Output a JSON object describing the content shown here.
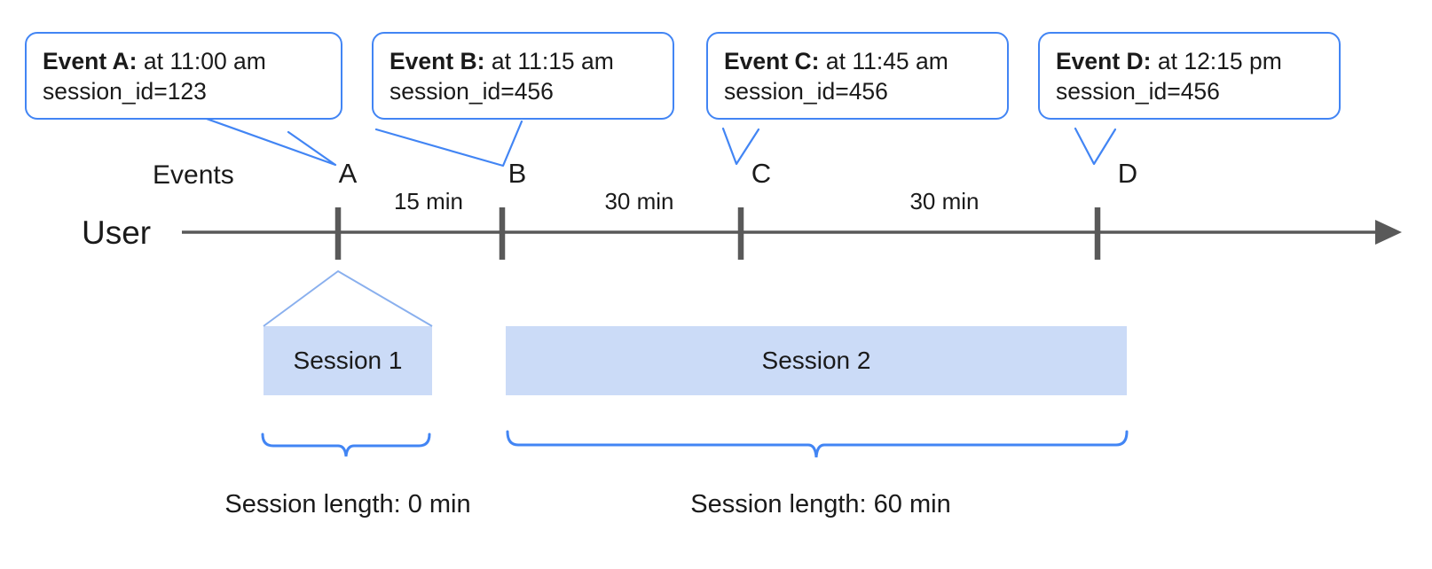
{
  "diagram": {
    "title_hidden": "",
    "colors": {
      "callout_border": "#4285f4",
      "brace": "#4285f4",
      "session_fill": "#cbdbf7",
      "axis": "#595959",
      "tick": "#595959",
      "text": "#1a1a1a"
    },
    "row_labels": {
      "events": "Events",
      "user": "User"
    },
    "callouts": [
      {
        "id": "A",
        "name": "Event A:",
        "detail": " at 11:00 am",
        "session_line": "session_id=123"
      },
      {
        "id": "B",
        "name": "Event B:",
        "detail": " at 11:15 am",
        "session_line": "session_id=456"
      },
      {
        "id": "C",
        "name": "Event C:",
        "detail": " at 11:45 am",
        "session_line": "session_id=456"
      },
      {
        "id": "D",
        "name": "Event D:",
        "detail": " at 12:15 pm",
        "session_line": "session_id=456"
      }
    ],
    "event_markers": [
      {
        "label": "A",
        "time": "11:00 am",
        "session_id": "123"
      },
      {
        "label": "B",
        "time": "11:15 am",
        "session_id": "456"
      },
      {
        "label": "C",
        "time": "11:45 am",
        "session_id": "456"
      },
      {
        "label": "D",
        "time": "12:15 pm",
        "session_id": "456"
      }
    ],
    "gaps": [
      {
        "from": "A",
        "to": "B",
        "label": "15 min"
      },
      {
        "from": "B",
        "to": "C",
        "label": "30 min"
      },
      {
        "from": "C",
        "to": "D",
        "label": "30 min"
      }
    ],
    "sessions": [
      {
        "label": "Session 1",
        "length_caption": "Session length: 0 min"
      },
      {
        "label": "Session 2",
        "length_caption": "Session length: 60 min"
      }
    ]
  }
}
